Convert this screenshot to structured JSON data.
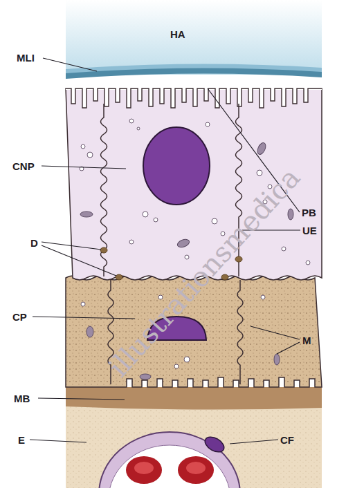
{
  "diagram": {
    "labels": [
      "HA",
      "MLI",
      "PB",
      "CNP",
      "UE",
      "D",
      "CP",
      "M",
      "MB",
      "E",
      "CF",
      "illustrationsmedica"
    ]
  }
}
